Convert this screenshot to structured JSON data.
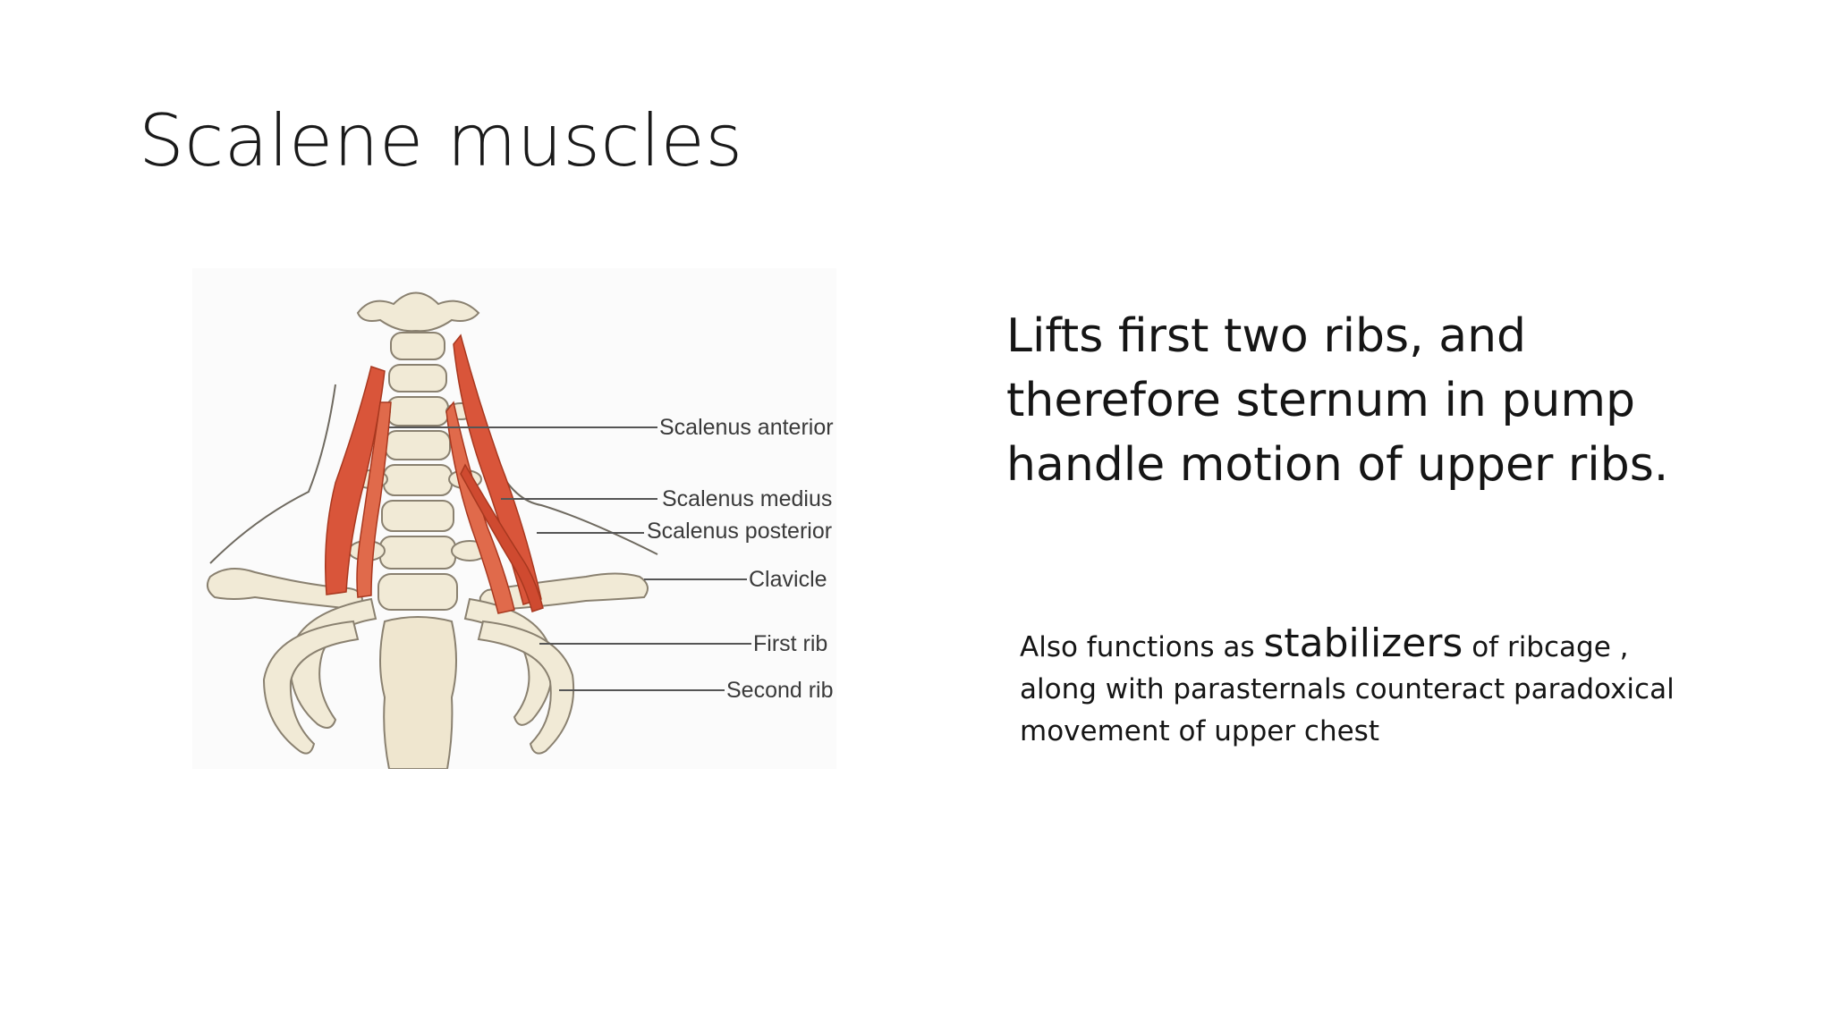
{
  "slide": {
    "title": "Scalene muscles",
    "figure_labels": {
      "scalenus_anterior": "Scalenus anterior",
      "scalenus_medius": "Scalenus medius",
      "scalenus_posterior": "Scalenus posterior",
      "clavicle": "Clavicle",
      "first_rib": "First rib",
      "second_rib": "Second rib"
    },
    "main_text": "Lifts first two ribs, and therefore sternum in pump handle motion of upper ribs.",
    "sub_text": {
      "part1": "Also functions as ",
      "emphasis": "stabilizers",
      "part2": " of ribcage , along with parasternals counteract paradoxical movement of upper chest"
    }
  },
  "colors": {
    "muscle": "#d9553a",
    "bone": "#f1ead6",
    "bone_outline": "#8a8170",
    "leader_line": "#555555"
  }
}
